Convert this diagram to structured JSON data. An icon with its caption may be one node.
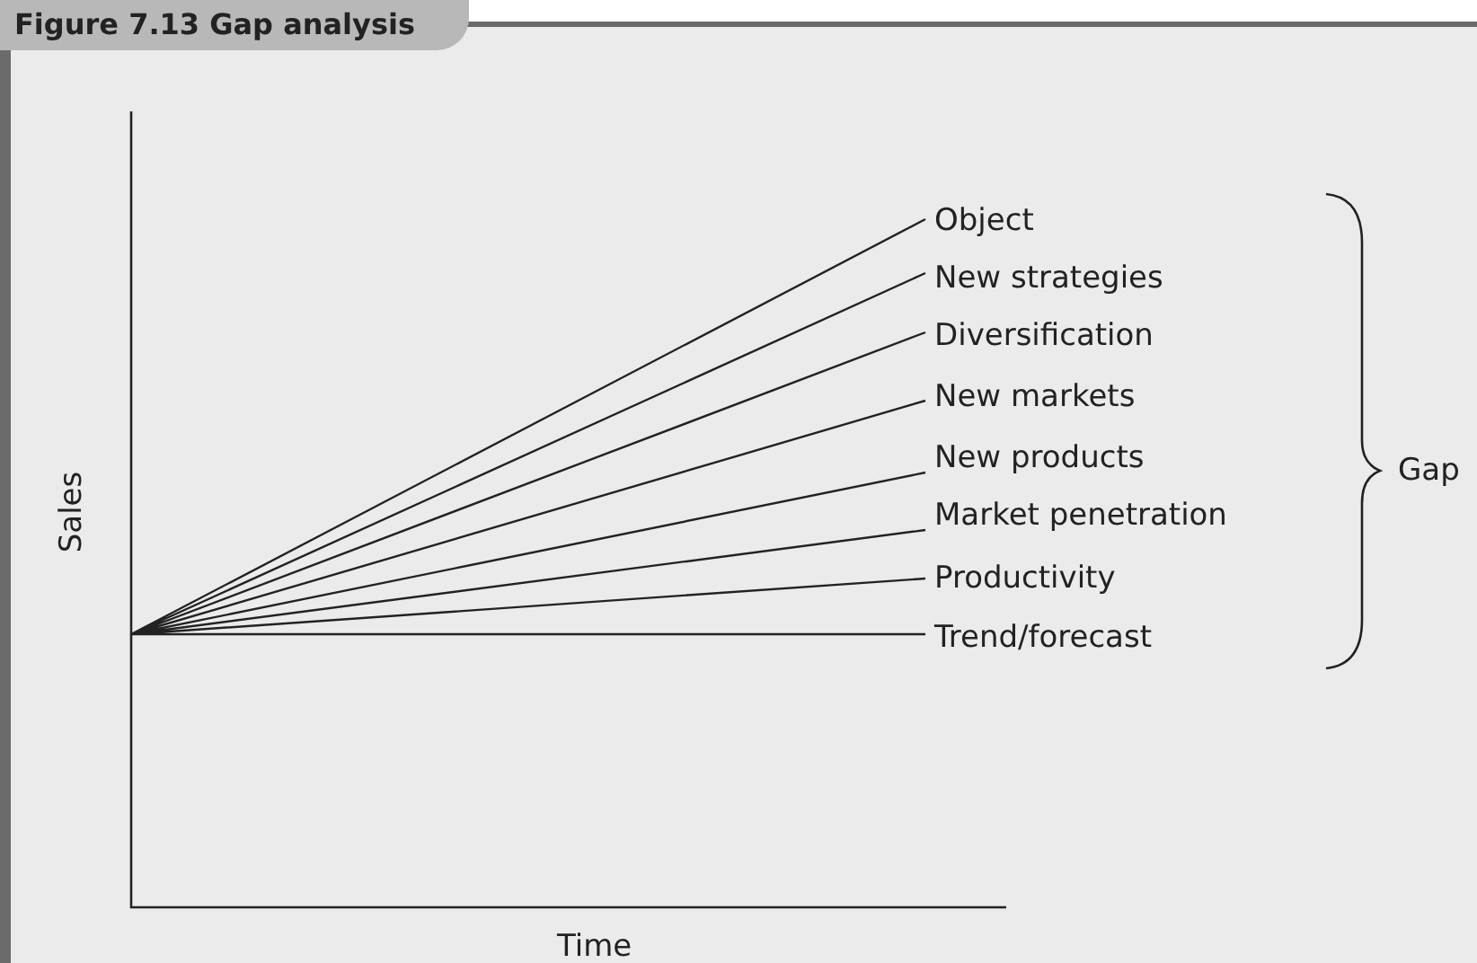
{
  "diagram": {
    "title": "Figure 7.13 Gap analysis",
    "labels": [
      "Object",
      "New strategies",
      "Diversification",
      "New markets",
      "New products",
      "Market penetration",
      "Productivity",
      "Trend/forecast",
      "Gap",
      "Sales",
      "Time"
    ]
  }
}
